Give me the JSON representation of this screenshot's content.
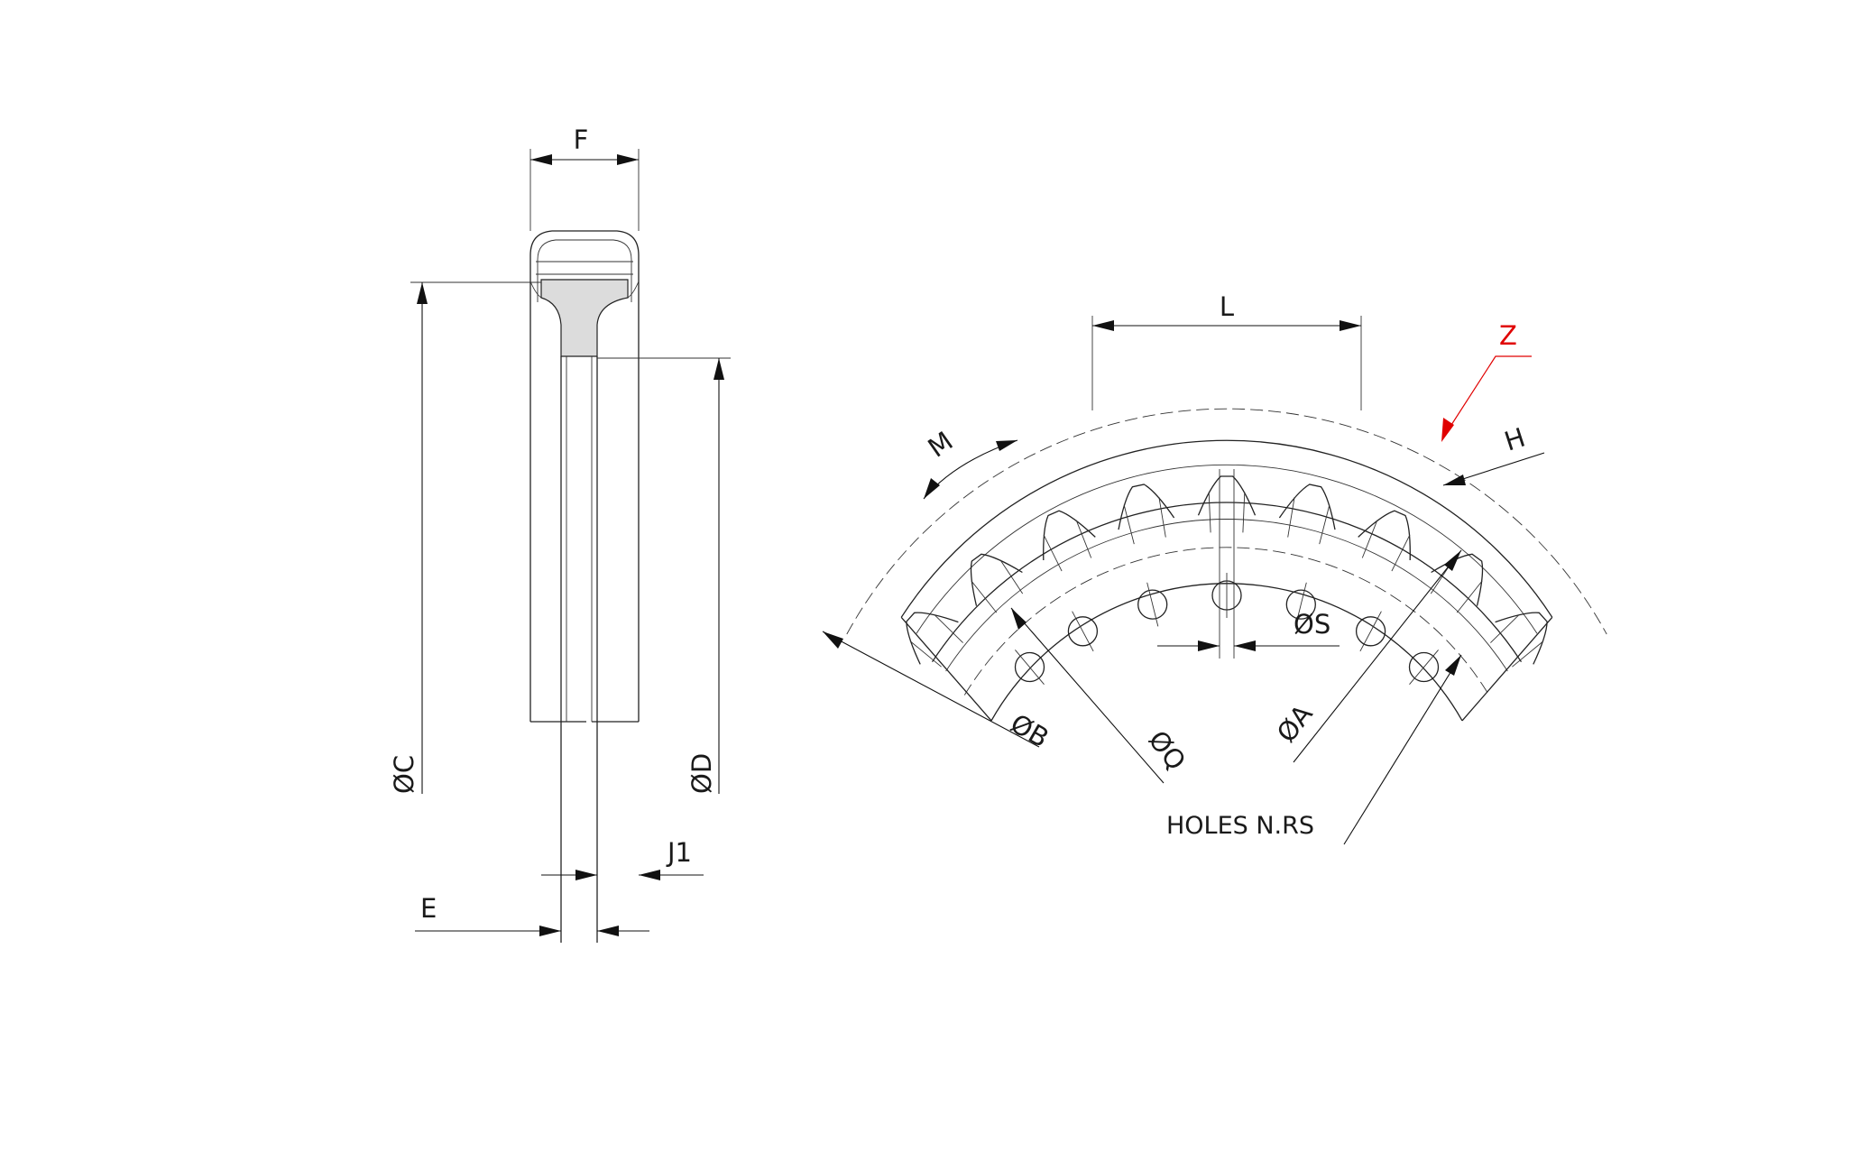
{
  "labels": {
    "F": "F",
    "C": "ØC",
    "D": "ØD",
    "E": "E",
    "J1": "J1",
    "L": "L",
    "M": "M",
    "H": "H",
    "Z": "Z",
    "S": "ØS",
    "B": "ØB",
    "Q": "ØQ",
    "A": "ØA",
    "holes": "HOLES N.RS"
  },
  "colors": {
    "line": "#222222",
    "highlight": "#e00000",
    "section_fill": "#dcdcdc"
  }
}
